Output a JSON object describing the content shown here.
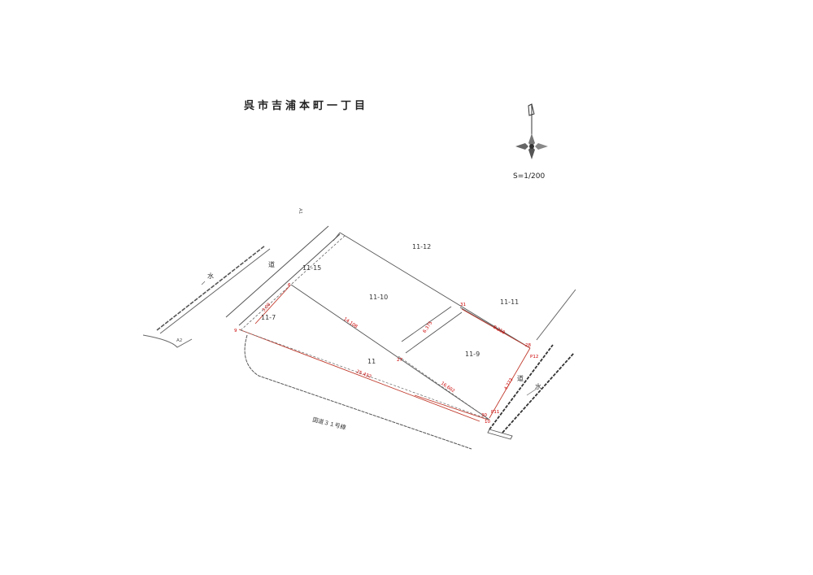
{
  "title": "呉市吉浦本町一丁目",
  "scale": "S=1/200",
  "north_arrow": {
    "icon": "north-arrow-icon"
  },
  "parcels": [
    {
      "id": "11-12"
    },
    {
      "id": "11-15"
    },
    {
      "id": "11-10"
    },
    {
      "id": "11-11"
    },
    {
      "id": "11-7"
    },
    {
      "id": "11-9"
    },
    {
      "id": "11"
    }
  ],
  "labels": {
    "water_left": "水",
    "road_left": "道",
    "road_right": "道",
    "water_right": "水",
    "national_road": "国道３１号線",
    "a1": "A1",
    "a2": "A2"
  },
  "survey_points": {
    "p_top_left": "6",
    "p_left": "9",
    "p_31": "31",
    "p_27": "27",
    "p_upper_right": "28",
    "p12": "P12",
    "p11": "P11",
    "p_bottom": "30",
    "p_bottom2": "10"
  },
  "distances": {
    "d_left_short": "3.00",
    "d_diag": "14.108",
    "d_mid": "6.375",
    "d_top_right": "8.258",
    "d_bottom_long": "25.432",
    "d_bottom_diag": "16.602",
    "d_right_vert": "4.773"
  },
  "colors": {
    "boundary_red": "#c0392b",
    "line_gray": "#555555"
  }
}
